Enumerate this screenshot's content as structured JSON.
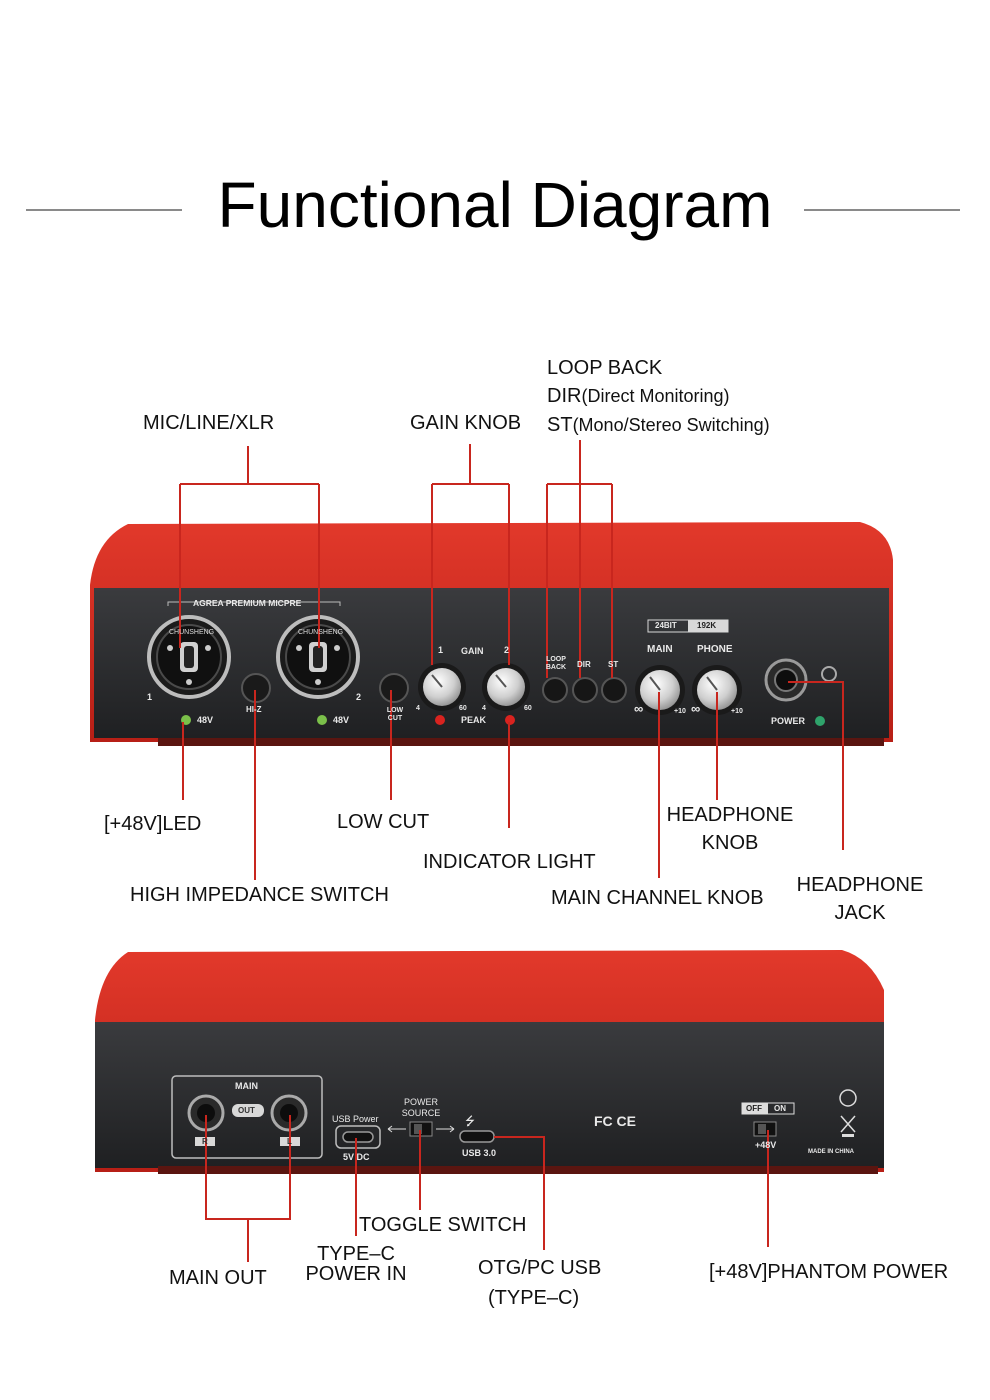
{
  "title": "Functional Diagram",
  "colors": {
    "chassis": "#d42a1e",
    "panel": "#2a2b2d",
    "leader": "#c8261e",
    "led_green": "#7bc04a",
    "led_red": "#d9231f"
  },
  "front_panel": {
    "brand_strip": "AGREA PREMIUM MICPRE",
    "jack_brand": "CHUNSHENG",
    "channel_1": "1",
    "channel_2": "2",
    "led_48v_1": "48V",
    "led_48v_2": "48V",
    "hiz": "HI-Z",
    "low_cut": "LOW CUT",
    "gain": "GAIN",
    "gain_1": "1",
    "gain_2": "2",
    "gain_min": "4",
    "gain_max": "60",
    "peak": "PEAK",
    "loop_back": "LOOP BACK",
    "dir": "DIR",
    "st": "ST",
    "bit_badge": "24BIT",
    "rate_badge": "192K",
    "main": "MAIN",
    "phone": "PHONE",
    "inf": "∞",
    "plus10": "+10",
    "power": "POWER"
  },
  "rear_panel": {
    "main": "MAIN",
    "out": "OUT",
    "left": "L",
    "right": "R",
    "usb_power": "USB Power",
    "dc": "5V DC",
    "power_source": "POWER SOURCE",
    "usb3": "USB 3.0",
    "usb_symbol": "⭍",
    "certs": "FC CE",
    "off": "OFF",
    "on": "ON",
    "phantom": "+48V",
    "made_in": "MADE IN CHINA"
  },
  "callouts": {
    "loop_back": "LOOP BACK",
    "dir": "DIR",
    "dir_desc": "(Direct Monitoring)",
    "st": "ST",
    "st_desc": "(Mono/Stereo Switching)",
    "mic_line_xlr": "MIC/LINE/XLR",
    "gain_knob": "GAIN KNOB",
    "led_48v": "[+48V]LED",
    "low_cut": "LOW CUT",
    "headphone_knob_1": "HEADPHONE",
    "headphone_knob_2": "KNOB",
    "indicator_light": "INDICATOR LIGHT",
    "high_impedance": "HIGH IMPEDANCE SWITCH",
    "headphone_jack_1": "HEADPHONE",
    "headphone_jack_2": "JACK",
    "main_channel_knob": "MAIN CHANNEL KNOB",
    "toggle_switch": "TOGGLE SWITCH",
    "type_c_1": "TYPE–C",
    "type_c_2": "POWER IN",
    "otg_1": "OTG/PC USB",
    "otg_2": "(TYPE–C)",
    "main_out": "MAIN OUT",
    "phantom_power": "[+48V]PHANTOM POWER"
  }
}
